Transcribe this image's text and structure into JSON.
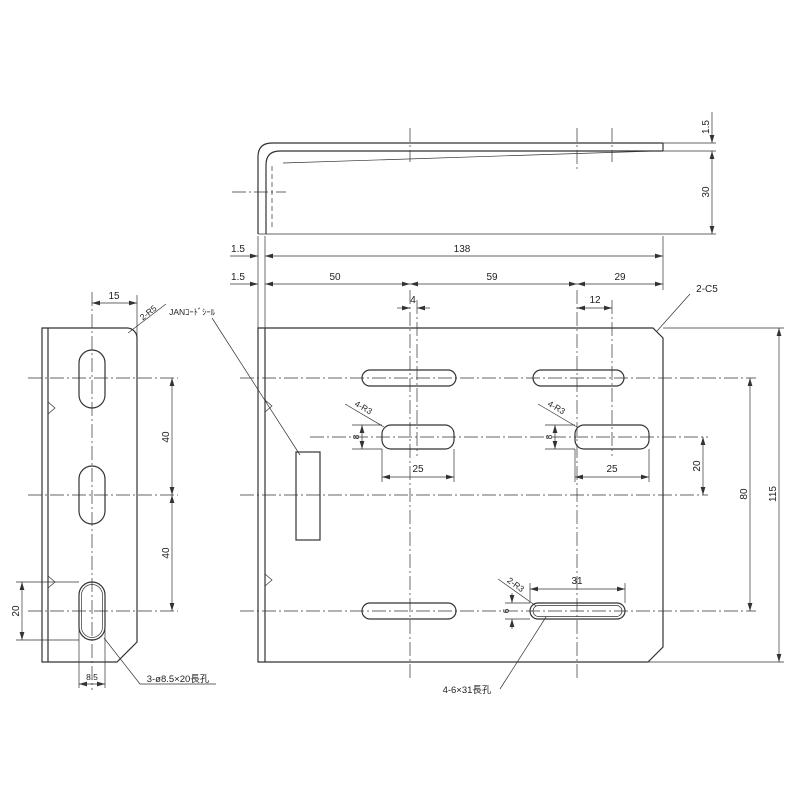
{
  "top_view": {
    "thickness_right": "1.5",
    "height": "30",
    "thickness_left": "1.5",
    "length": "138"
  },
  "front_view": {
    "thickness": "1.5",
    "dim_50": "50",
    "dim_59": "59",
    "dim_29": "29",
    "chamfer": "2-C5",
    "dim_4": "4",
    "dim_12": "12",
    "radius_left": "4-R3",
    "radius_right": "4-R3",
    "slot_height_left": "8",
    "slot_height_right": "8",
    "slot_length_left": "25",
    "slot_length_right": "25",
    "dim_20": "20",
    "dim_80": "80",
    "dim_115": "115",
    "radius_bottom": "2-R3",
    "dim_31": "31",
    "dim_6": "6",
    "slot_note": "4-6×31長孔"
  },
  "side_view": {
    "dim_15": "15",
    "radius": "2-R5",
    "label_note": "JANｺｰﾄﾞｼｰﾙ",
    "dim_40_top": "40",
    "dim_40_bottom": "40",
    "dim_20": "20",
    "dim_8_5": "8.5",
    "slot_note": "3-ø8.5×20長孔"
  },
  "colors": {
    "line": "#333333",
    "background": "#ffffff"
  }
}
